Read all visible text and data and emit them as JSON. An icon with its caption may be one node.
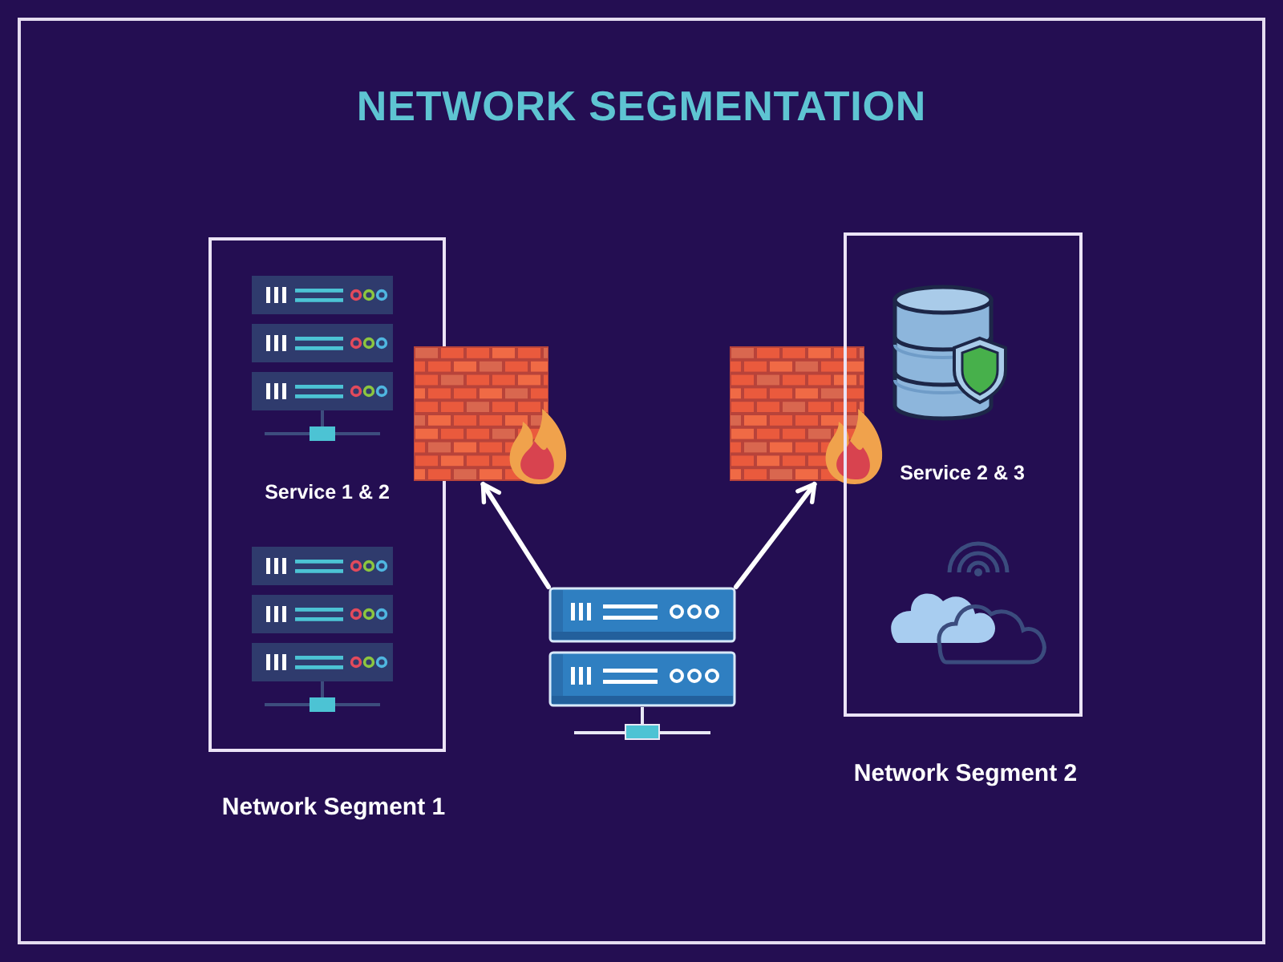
{
  "diagram": {
    "title": "NETWORK SEGMENTATION",
    "nodes": [
      {
        "text": [
          "Service 1 & 2",
          "Network Segment 1"
        ]
      },
      {
        "text": [],
        "shape": "picture"
      },
      {
        "text": [],
        "shape": "picture"
      },
      {
        "text": [
          "Service 2 & 3",
          "Network Segment 2"
        ]
      },
      {
        "text": [],
        "shape": "picture"
      }
    ],
    "edges": [
      {
        "from": 4,
        "to": 1,
        "arrow": "to"
      },
      {
        "from": 4,
        "to": 2,
        "arrow": "to"
      }
    ]
  }
}
